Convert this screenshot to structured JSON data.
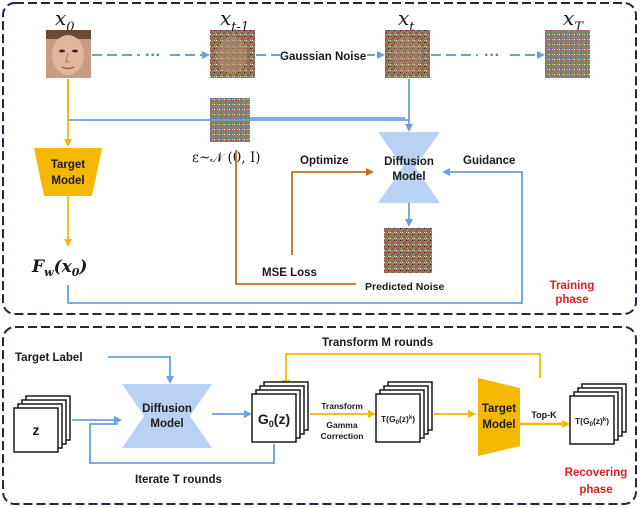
{
  "training": {
    "x0": "x",
    "x0_sub": "0",
    "xt1": "x",
    "xt1_sub": "t-1",
    "xt": "x",
    "xt_sub": "t",
    "xT": "x",
    "xT_sub": "T",
    "dots": "···",
    "gaussian_noise": "Gaussian Noise",
    "target_model_l1": "Target",
    "target_model_l2": "Model",
    "eps_label": "ε~𝒩 (0, I)",
    "optimize": "Optimize",
    "diffusion_l1": "Diffusion",
    "diffusion_l2": "Model",
    "guidance": "Guidance",
    "fw": "F",
    "fw_sub": "w",
    "fw_arg": "(x",
    "fw_arg_sub": "0",
    "fw_close": ")",
    "mse_loss": "MSE Loss",
    "predicted_noise": "Predicted Noise",
    "phase_l1": "Training",
    "phase_l2": "phase"
  },
  "recovering": {
    "target_label": "Target Label",
    "transform_m": "Transform M rounds",
    "z": "z",
    "diffusion_l1": "Diffusion",
    "diffusion_l2": "Model",
    "g0z": "G",
    "g0z_sub": "0",
    "g0z_arg": "(z)",
    "transform": "Transform",
    "gamma_l1": "Gamma",
    "gamma_l2": "Correction",
    "tg0": "T(G",
    "tg0_sub": "0",
    "tg0_rest": "(z)",
    "tg0_sup": "k",
    "tg0_close": ")",
    "target_model_l1": "Target",
    "target_model_l2": "Model",
    "topk": "Top-K",
    "tgk": "T(G",
    "tgk_sub": "0",
    "tgk_rest": "(z)",
    "tgk_sup": "k",
    "tgk_close": ")",
    "iterate": "Iterate T rounds",
    "phase_l1": "Recovering",
    "phase_l2": "phase"
  },
  "colors": {
    "blue": "#6a9fe0",
    "orange": "#f5b800",
    "brown": "#c07020",
    "panel_border": "#1f2a44",
    "diffusion_fill": "#b9d2f3"
  }
}
